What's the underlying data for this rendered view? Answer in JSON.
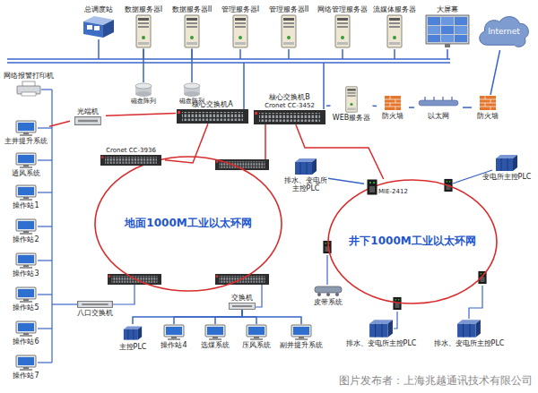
{
  "diagram": {
    "caption": "图片发布者：上海兆越通讯技术有限公司",
    "nodes": [
      {
        "text": [
          "总调度站"
        ]
      },
      {
        "text": [
          "数据服务器I"
        ]
      },
      {
        "text": [
          "数据服务器II"
        ]
      },
      {
        "text": [
          "管理服务器I"
        ]
      },
      {
        "text": [
          "管理服务器II"
        ]
      },
      {
        "text": [
          "网络管理服务器"
        ]
      },
      {
        "text": [
          "流媒体服务器"
        ]
      },
      {
        "text": [
          "大屏幕"
        ]
      },
      {
        "text": [
          "Internet"
        ]
      },
      {
        "text": [
          "磁盘阵列"
        ]
      },
      {
        "text": [
          "磁盘阵列"
        ]
      },
      {
        "text": [
          "网络报警打印机"
        ]
      },
      {
        "text": [
          "核心交换机A"
        ]
      },
      {
        "text": [
          "核心交换机B",
          "Cronet CC-3452"
        ]
      },
      {
        "text": [
          "WEB服务器"
        ]
      },
      {
        "text": [
          "防火墙"
        ]
      },
      {
        "text": [
          "以太网"
        ]
      },
      {
        "text": [
          "防火墙"
        ]
      },
      {
        "text": [
          "光端机"
        ]
      },
      {
        "text": [
          "主井提升系统"
        ]
      },
      {
        "text": [
          "通风系统"
        ]
      },
      {
        "text": [
          "操作站1"
        ]
      },
      {
        "text": [
          "操作站2"
        ]
      },
      {
        "text": [
          "操作站3"
        ]
      },
      {
        "text": [
          "操作站5"
        ]
      },
      {
        "text": [
          "操作站6"
        ]
      },
      {
        "text": [
          "操作站7"
        ]
      },
      {
        "text": [
          "地面1000M工业以太环网"
        ]
      },
      {
        "text": [
          "Cronet CC-3936"
        ]
      },
      {
        "text": [
          "交换机"
        ]
      },
      {
        "text": [
          "八口交换机"
        ]
      },
      {
        "text": [
          "主控PLC"
        ]
      },
      {
        "text": [
          "操作站4"
        ]
      },
      {
        "text": [
          "选煤系统"
        ]
      },
      {
        "text": [
          "压风系统"
        ]
      },
      {
        "text": [
          "副井提升系统"
        ]
      },
      {
        "text": [
          "井下1000M工业以太环网"
        ]
      },
      {
        "text": [
          "MIE-2412"
        ]
      },
      {
        "text": [
          "排水、变电所主控PLC"
        ]
      },
      {
        "text": [
          "变电所主控PLC"
        ]
      },
      {
        "text": [
          "皮带系统"
        ]
      },
      {
        "text": [
          "排水、变电所主控PLC"
        ]
      },
      {
        "text": [
          "排水、变电所主控PLC"
        ]
      }
    ],
    "edges": [
      {
        "from": 9,
        "to": 1,
        "arrow": "none"
      },
      {
        "from": 10,
        "to": 2,
        "arrow": "none"
      },
      {
        "from": 13,
        "to": 14,
        "arrow": "none"
      },
      {
        "from": 14,
        "to": 15,
        "arrow": "none"
      },
      {
        "from": 15,
        "to": 16,
        "arrow": "none"
      },
      {
        "from": 16,
        "to": 17,
        "arrow": "none"
      },
      {
        "from": 17,
        "to": 8,
        "arrow": "none"
      },
      {
        "from": 19,
        "to": 18,
        "arrow": "none"
      },
      {
        "from": 18,
        "to": 12,
        "arrow": "none"
      },
      {
        "from": 12,
        "to": 28,
        "arrow": "none"
      },
      {
        "from": 13,
        "to": 37,
        "arrow": "none"
      },
      {
        "from": 38,
        "to": 37,
        "arrow": "none"
      },
      {
        "from": 29,
        "to": 31,
        "arrow": "none"
      },
      {
        "from": 29,
        "to": 32,
        "arrow": "none"
      },
      {
        "from": 29,
        "to": 33,
        "arrow": "none"
      },
      {
        "from": 29,
        "to": 34,
        "arrow": "none"
      },
      {
        "from": 29,
        "to": 35,
        "arrow": "none"
      }
    ]
  }
}
